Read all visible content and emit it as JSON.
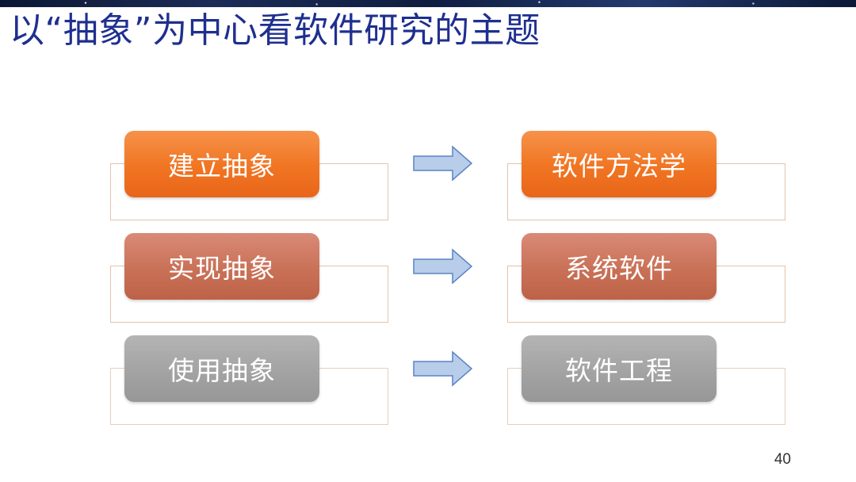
{
  "slide": {
    "title": "以“抽象”为中心看软件研究的主题",
    "page_number": "40"
  },
  "rows": [
    {
      "left": "建立抽象",
      "right": "软件方法学",
      "style": "orange"
    },
    {
      "left": "实现抽象",
      "right": "系统软件",
      "style": "rose"
    },
    {
      "left": "使用抽象",
      "right": "软件工程",
      "style": "gray"
    }
  ],
  "icons": {
    "arrow": "right-arrow-icon"
  },
  "colors": {
    "title": "#1f2f8f",
    "orange": "#f07522",
    "rose": "#c97157",
    "gray": "#a3a3a3",
    "arrow_fill": "#b7cdea",
    "arrow_stroke": "#5b84c6"
  }
}
